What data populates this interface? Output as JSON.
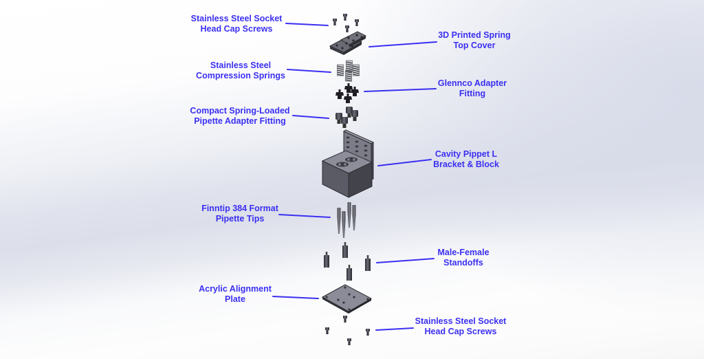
{
  "diagram": {
    "type": "exploded-assembly-view",
    "accent_color": "#3b2ff2",
    "labels": [
      {
        "id": "top-screws",
        "lines": [
          "Stainless Steel Socket",
          "Head Cap Screws"
        ]
      },
      {
        "id": "top-cover",
        "lines": [
          "3D Printed Spring",
          "Top Cover"
        ]
      },
      {
        "id": "springs",
        "lines": [
          "Stainless Steel",
          "Compression Springs"
        ]
      },
      {
        "id": "glennco",
        "lines": [
          "Glennco Adapter",
          "Fitting"
        ]
      },
      {
        "id": "compact-fitting",
        "lines": [
          "Compact Spring-Loaded",
          "Pipette Adapter Fitting"
        ]
      },
      {
        "id": "bracket-block",
        "lines": [
          "Cavity Pippet L",
          "Bracket & Block"
        ]
      },
      {
        "id": "pipette-tips",
        "lines": [
          "Finntip 384 Format",
          "Pipette Tips"
        ]
      },
      {
        "id": "standoffs",
        "lines": [
          "Male-Female",
          "Standoffs"
        ]
      },
      {
        "id": "alignment-plate",
        "lines": [
          "Acrylic Alignment",
          "Plate"
        ]
      },
      {
        "id": "bottom-screws",
        "lines": [
          "Stainless Steel Socket",
          "Head Cap Screws"
        ]
      }
    ]
  }
}
